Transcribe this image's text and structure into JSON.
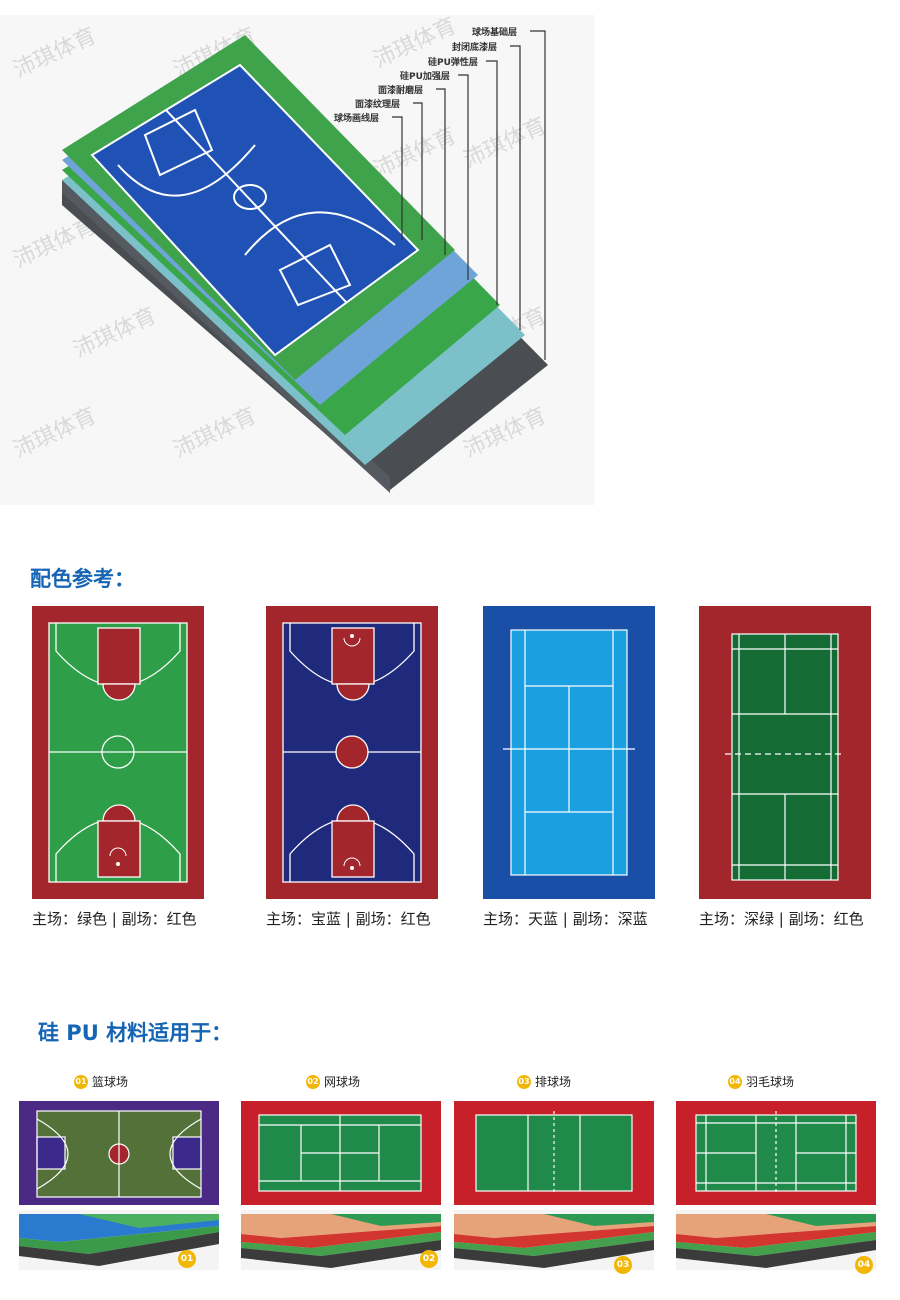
{
  "layers": [
    "球场基础层",
    "封闭底漆层",
    "硅PU弹性层",
    "硅PU加强层",
    "面漆耐磨层",
    "面漆纹理层",
    "球场画线层"
  ],
  "watermark": "沛琪体育",
  "color_section": {
    "title": "配色参考：",
    "captions": [
      "主场：绿色 | 副场：红色",
      "主场：宝蓝 | 副场：红色",
      "主场：天蓝 | 副场：深蓝",
      "主场：深绿 | 副场：红色"
    ]
  },
  "usage_section": {
    "title": "硅 PU 材料适用于：",
    "items": [
      {
        "num": "01",
        "label": "篮球场"
      },
      {
        "num": "02",
        "label": "网球场"
      },
      {
        "num": "03",
        "label": "排球场"
      },
      {
        "num": "04",
        "label": "羽毛球场"
      }
    ]
  },
  "colors": {
    "title_blue": "#1565b4",
    "red": "#a3262c",
    "green": "#2e9e48",
    "royal_blue": "#202a7c",
    "sky_blue": "#1aa0e0",
    "deep_blue": "#1a4fa8",
    "dark_green": "#146b34",
    "badge": "#f2b705"
  }
}
